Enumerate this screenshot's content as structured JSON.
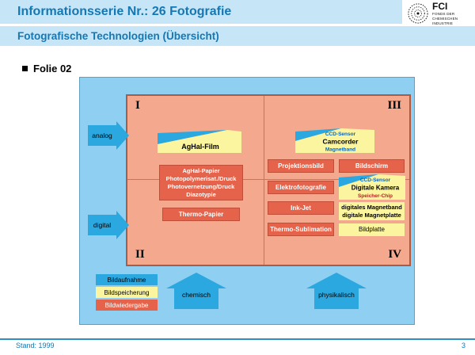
{
  "header": {
    "series_title": "Informationsserie Nr.: 26 Fotografie",
    "subtitle": "Fotografische Technologien (Übersicht)",
    "logo": {
      "abbr": "FCI",
      "lines": [
        "FONDS DER",
        "CHEMISCHEN",
        "INDUSTRIE"
      ]
    }
  },
  "slide": {
    "label": "Folie 02"
  },
  "diagram": {
    "quadrant_labels": {
      "q1": "I",
      "q2": "II",
      "q3": "III",
      "q4": "IV"
    },
    "row_arrows": {
      "analog": "analog",
      "digital": "digital"
    },
    "column_arrows": {
      "chemisch": "chemisch",
      "physikalisch": "physikalisch"
    },
    "banners": {
      "aghal_film": {
        "title": "AgHal-Film"
      },
      "camcorder": {
        "top": "CCD-Sensor",
        "title": "Camcorder",
        "bottom": "Magnetband"
      },
      "digitale_kamera": {
        "top": "CCD-Sensor",
        "title": "Digitale Kamera",
        "bottom": "Speicher-Chip"
      }
    },
    "orange_boxes": {
      "aghal_papier": {
        "lines": [
          "AgHal-Papier",
          "Photopolymerisat./Druck",
          "Photovernetzung/Druck",
          "Diazotypie"
        ]
      },
      "thermo_papier": "Thermo-Papier",
      "projektionsbild": "Projektionsbild",
      "elektrofotografie": "Elektrofotografie",
      "ink_jet": "Ink-Jet",
      "thermo_sublimation": "Thermo-Sublimation",
      "bildschirm": "Bildschirm"
    },
    "yellow_boxes": {
      "magnetband": {
        "lines": [
          "digitales Magnetband",
          "digitale Magnetplatte"
        ]
      },
      "bildplatte": "Bildplatte"
    },
    "legend": [
      {
        "label": "Bildaufnahme",
        "style": "cyan"
      },
      {
        "label": "Bildspeicherung",
        "style": "yellow"
      },
      {
        "label": "Bildwiedergabe",
        "style": "orange"
      }
    ]
  },
  "footer": {
    "status": "Stand: 1999",
    "page": "3"
  },
  "colors": {
    "header_band": "#C6E6F8",
    "title_text": "#1478B4",
    "panel_blue": "#8FD0F2",
    "quadrant_fill": "#F4A98E",
    "quadrant_border": "#AD5A41",
    "arrow_cyan": "#2AA8DF",
    "box_orange": "#E5634B",
    "box_yellow": "#FCF59F",
    "ccd_blue": "#0066CC",
    "speicher_red": "#B22222"
  }
}
